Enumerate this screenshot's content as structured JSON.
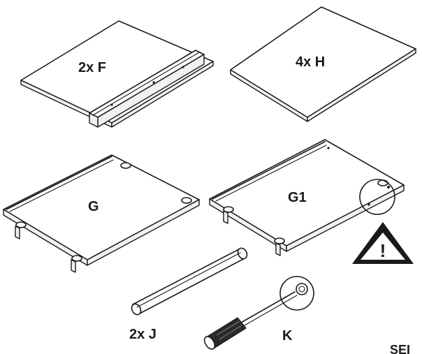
{
  "parts": {
    "f": {
      "label": "2x F"
    },
    "h": {
      "label": "4x H"
    },
    "g": {
      "label": "G"
    },
    "g1": {
      "label": "G1"
    },
    "j": {
      "label": "2x J"
    },
    "k": {
      "label": "K"
    }
  },
  "warning": {
    "glyph": "!"
  },
  "corner_text": "SEI",
  "icons": {
    "warning": "warning-triangle-icon",
    "magnifier": "magnifier-circle-icon",
    "screwdriver": "screwdriver-icon"
  }
}
